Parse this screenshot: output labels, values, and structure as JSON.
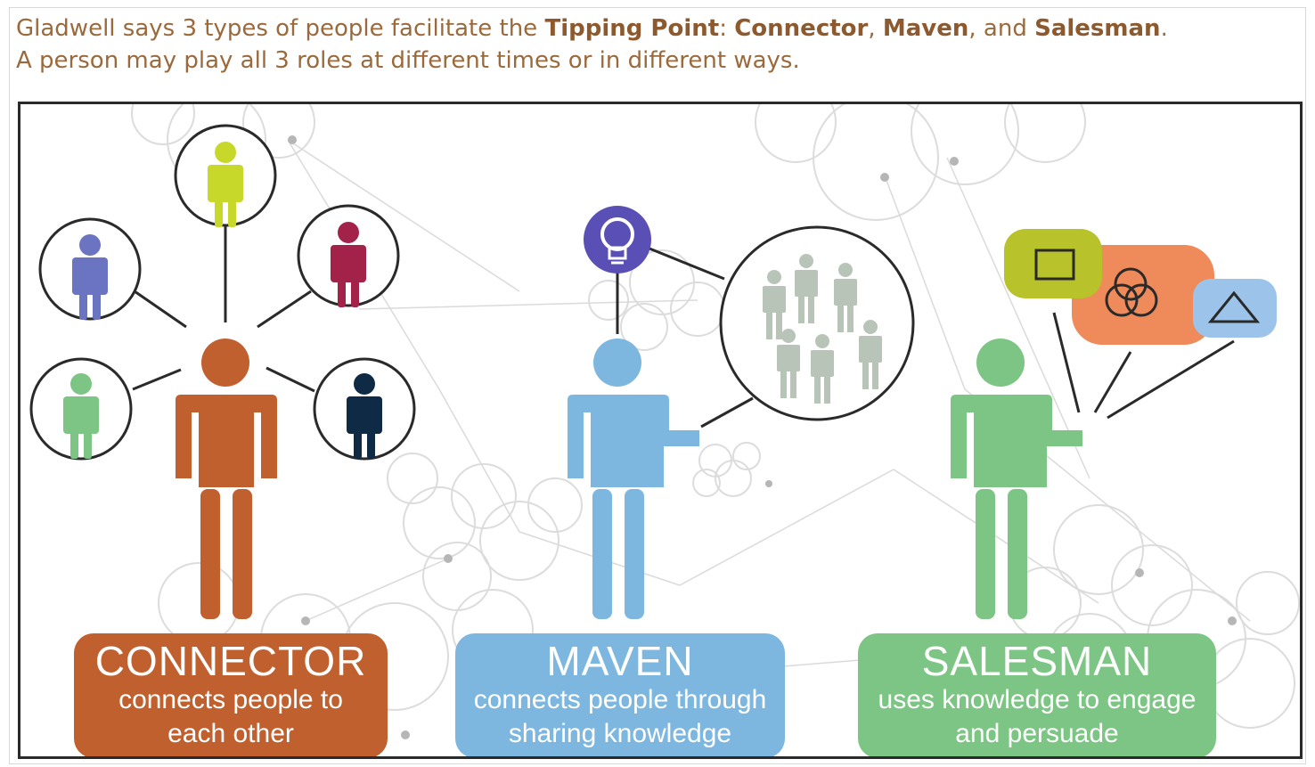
{
  "intro": {
    "line1_part1": "Gladwell says 3 types of people facilitate the ",
    "tipping_point": "Tipping Point",
    "line1_part2": ": ",
    "connector": "Connector",
    "sep1": ", ",
    "maven": "Maven",
    "sep2": ", and ",
    "salesman": "Salesman",
    "line1_end": ".",
    "line2": "A person may play all 3 roles at different times or in different ways."
  },
  "roles": [
    {
      "title": "CONNECTOR",
      "desc_line1": "connects people to",
      "desc_line2": "each other",
      "color": "#c0602f"
    },
    {
      "title": "MAVEN",
      "desc_line1": "connects people through",
      "desc_line2": "sharing knowledge",
      "color": "#7db7e0"
    },
    {
      "title": "SALESMAN",
      "desc_line1": "uses knowledge to engage",
      "desc_line2": "and persuade",
      "color": "#7dc584"
    }
  ],
  "colors": {
    "connector": "#c0602f",
    "maven": "#7db7e0",
    "salesman": "#7dc584",
    "contact_yellow": "#c8d82a",
    "contact_purple": "#6a74c0",
    "contact_crimson": "#a3224a",
    "contact_green": "#7dc584",
    "contact_navy": "#0e2a45",
    "crowd_gray": "#b9c4b9",
    "idea_purple": "#5a4fb5",
    "concept_olive": "#b8c22a",
    "concept_orange": "#ef8a5a",
    "concept_blue": "#9cc4ea"
  },
  "icons": [
    "lightbulb-icon",
    "square-icon",
    "venn-icon",
    "triangle-icon"
  ]
}
